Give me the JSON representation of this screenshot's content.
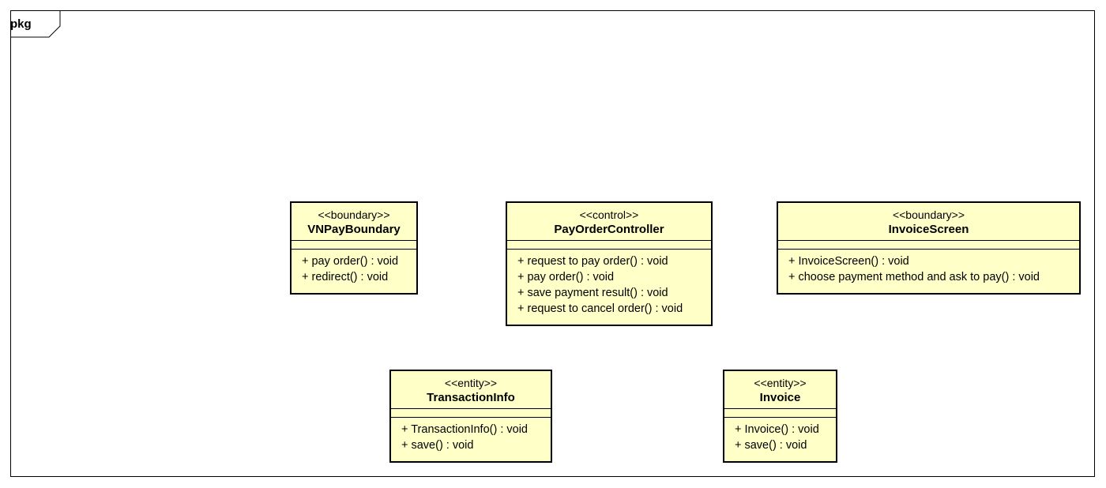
{
  "package": {
    "label": "pkg"
  },
  "classes": [
    {
      "id": "vnpay",
      "stereotype": "<<boundary>>",
      "name": "VNPayBoundary",
      "operations": [
        "+ pay order() : void",
        "+ redirect() : void"
      ]
    },
    {
      "id": "controller",
      "stereotype": "<<control>>",
      "name": "PayOrderController",
      "operations": [
        "+ request to pay order() : void",
        "+ pay order() : void",
        "+ save payment result() : void",
        "+ request to cancel order() : void"
      ]
    },
    {
      "id": "invoicescreen",
      "stereotype": "<<boundary>>",
      "name": "InvoiceScreen",
      "operations": [
        "+ InvoiceScreen() : void",
        "+ choose payment method and ask to pay() : void"
      ]
    },
    {
      "id": "transaction",
      "stereotype": "<<entity>>",
      "name": "TransactionInfo",
      "operations": [
        "+ TransactionInfo() : void",
        "+ save() : void"
      ]
    },
    {
      "id": "invoice",
      "stereotype": "<<entity>>",
      "name": "Invoice",
      "operations": [
        "+ Invoice() : void",
        "+ save() : void"
      ]
    }
  ],
  "colors": {
    "class_fill": "#ffffc8",
    "border": "#000000"
  }
}
